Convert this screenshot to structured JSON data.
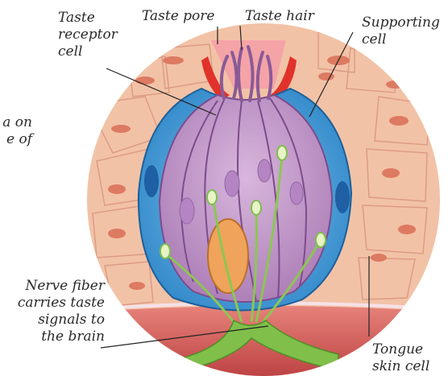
{
  "labels": {
    "taste_pore": "Taste pore",
    "taste_hair": "Taste hair",
    "taste_receptor_cell": [
      "Taste",
      "receptor",
      "cell"
    ],
    "supporting_cell": [
      "Supporting",
      "cell"
    ],
    "nerve_fiber": [
      "Nerve fiber",
      "carries taste",
      "signals to",
      "the brain"
    ],
    "tongue_skin_cell": [
      "Tongue",
      "skin cell"
    ],
    "partial_left_text": [
      "a on",
      "e of"
    ]
  },
  "colors": {
    "skin": "#f2c2a6",
    "skin_outline": "#d9957e",
    "nucleus": "#d9725a",
    "supporting_blue": "#4ea6dd",
    "receptor_purple": "#b98bc2",
    "receptor_outline": "#8a5a98",
    "nerve_green": "#7fbf4a",
    "orange_cell": "#f0a35a",
    "pore_red": "#e0322a",
    "tissue_base": "#c94a48"
  }
}
